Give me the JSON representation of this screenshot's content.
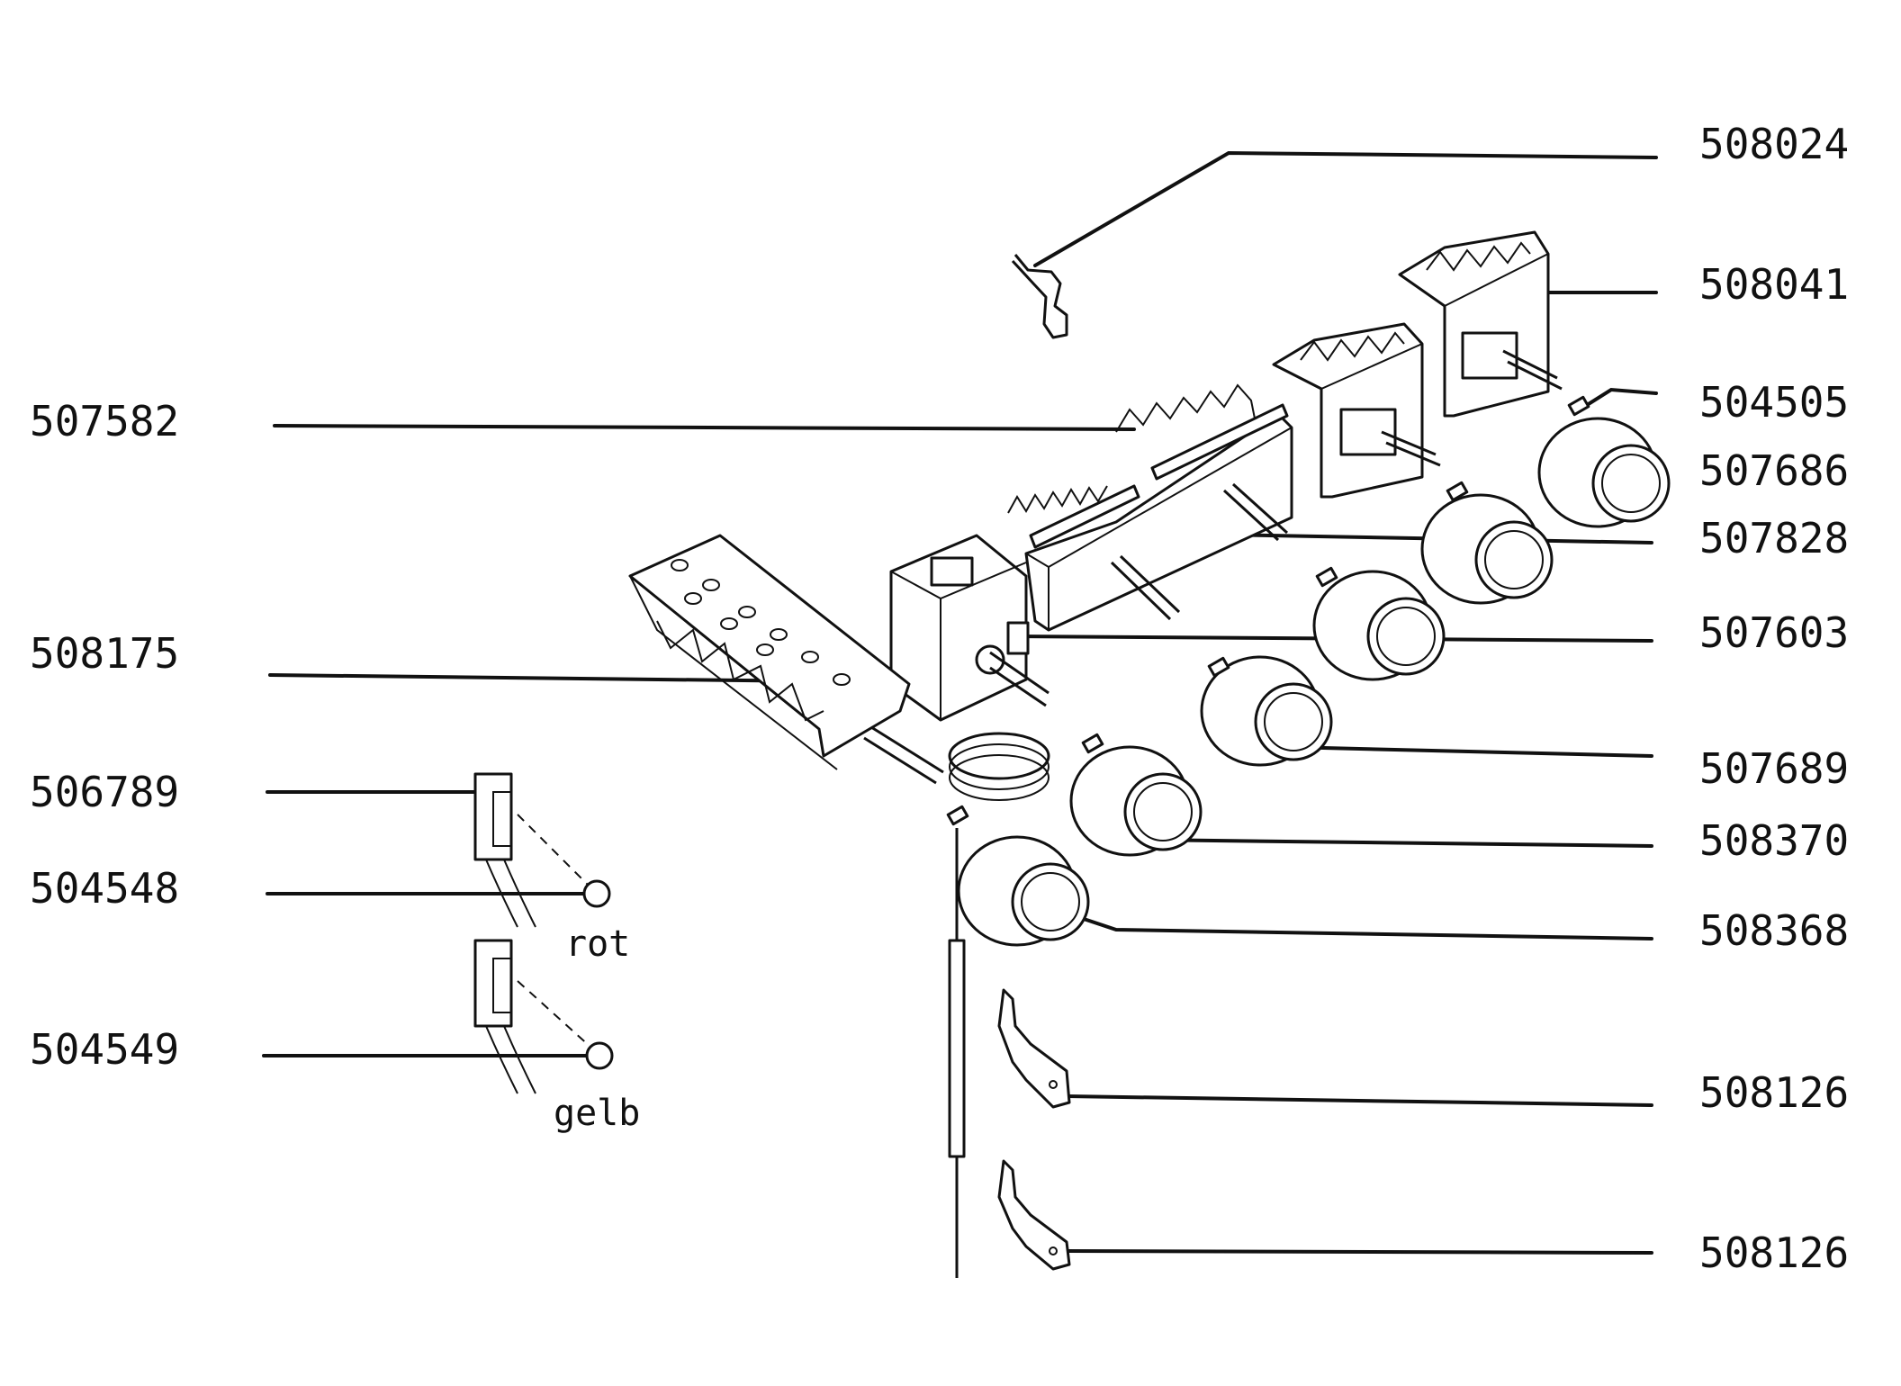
{
  "labels": {
    "p508024": "508024",
    "p508041": "508041",
    "p504505": "504505",
    "p507686": "507686",
    "p507828": "507828",
    "p507603": "507603",
    "p507689": "507689",
    "p508370": "508370",
    "p508368": "508368",
    "p508126a": "508126",
    "p508126b": "508126",
    "p507582": "507582",
    "p508175": "508175",
    "p506789": "506789",
    "p504548": "504548",
    "p504549": "504549"
  },
  "wire_colors": {
    "red": "rot",
    "yellow": "gelb"
  }
}
